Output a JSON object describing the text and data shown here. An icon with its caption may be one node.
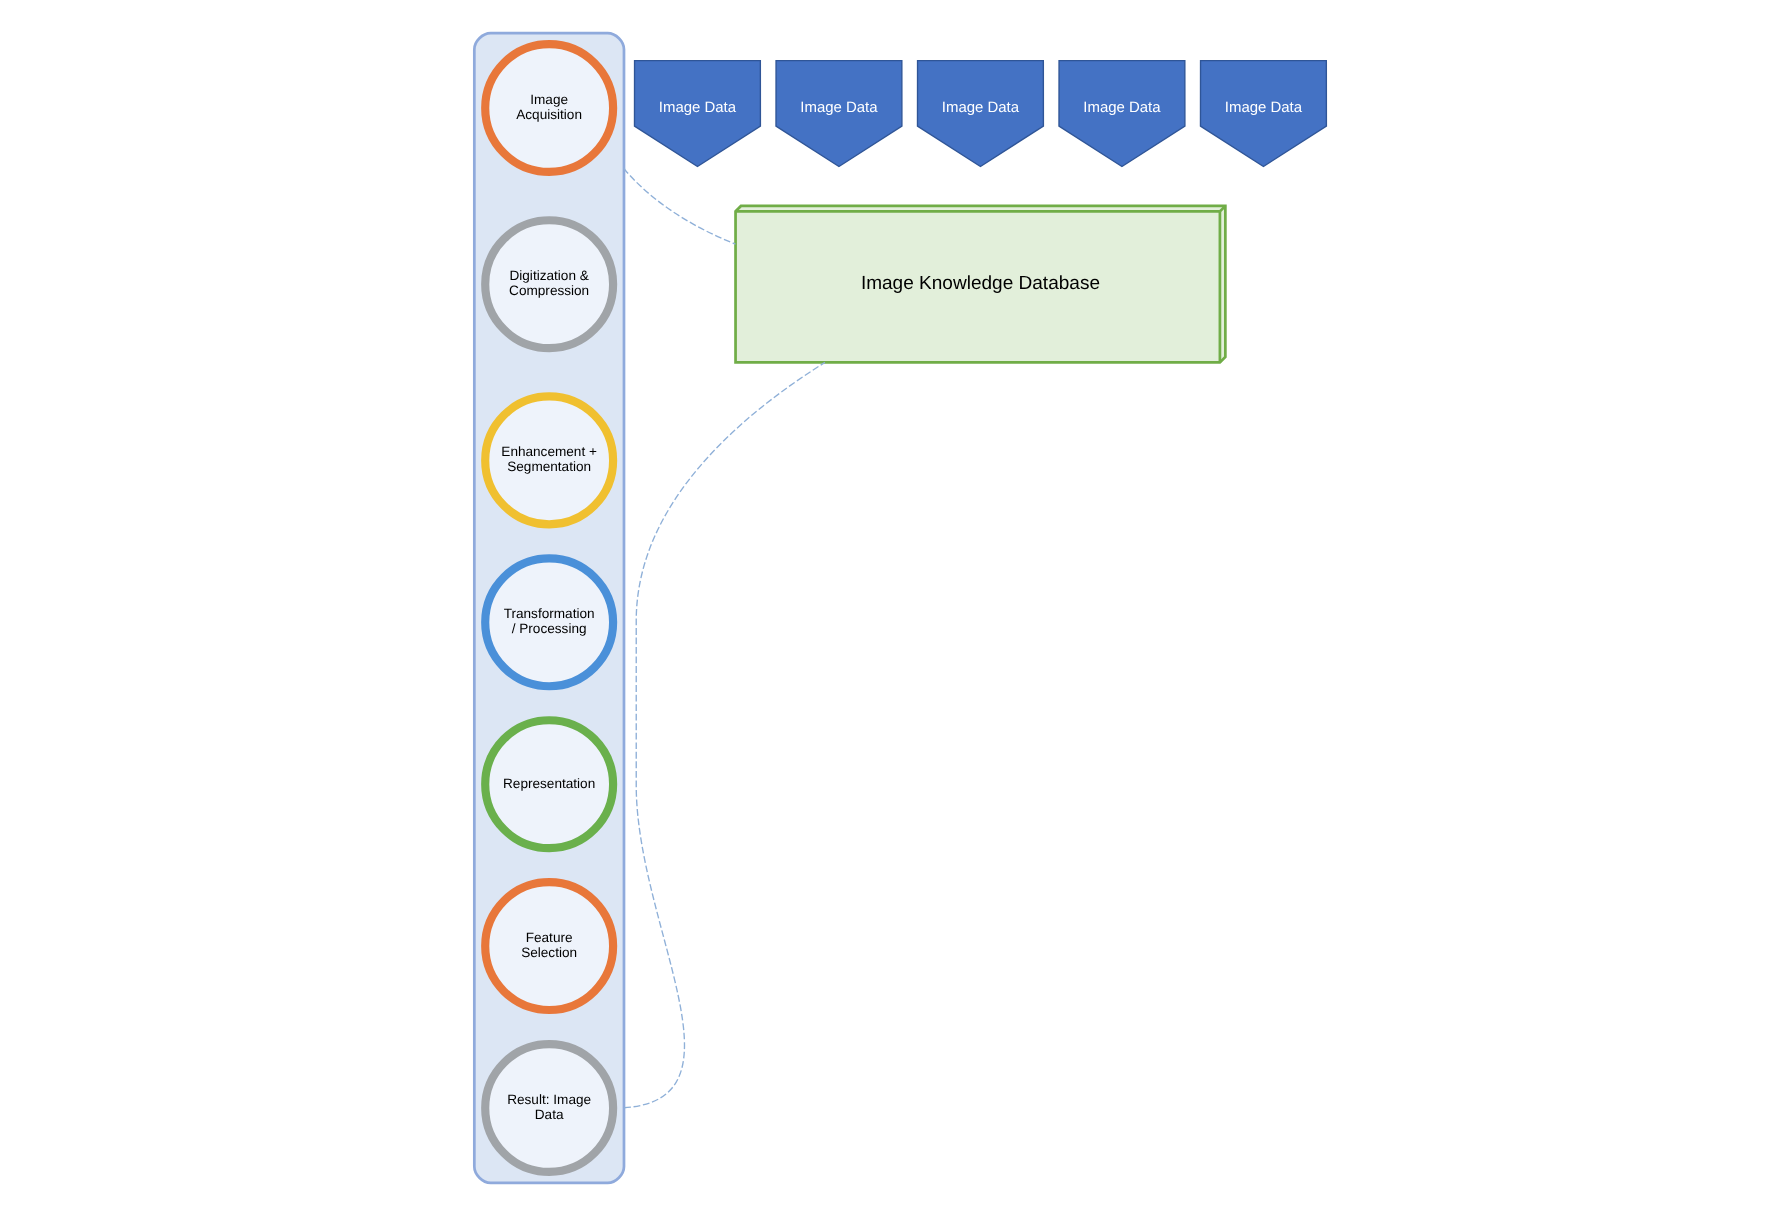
{
  "diagram": {
    "nodes": [
      {
        "text": [],
        "shape": "arrow"
      },
      {
        "text": [
          "Image Acquisition"
        ],
        "in": 0
      },
      {
        "text": [
          "Digitization & Compression"
        ],
        "in": 0
      },
      {
        "text": [
          "Enhancement + Segmentation"
        ],
        "in": 0
      },
      {
        "text": [
          "Transformation / Processing"
        ],
        "in": 0
      },
      {
        "text": [
          "Representation"
        ],
        "in": 0
      },
      {
        "text": [
          "Feature Selection"
        ],
        "in": 0
      },
      {
        "text": [
          "Result: Image Data"
        ],
        "in": 0
      },
      {
        "text": [
          "Image Data"
        ]
      },
      {
        "text": [
          "Image Data"
        ]
      },
      {
        "text": [
          "Image Data"
        ]
      },
      {
        "text": [
          "Image Data"
        ]
      },
      {
        "text": [
          "Image Data"
        ]
      },
      {
        "text": [
          "Image Knowledge Database"
        ]
      }
    ],
    "edges": [
      {
        "from": 0,
        "to": 13,
        "arrow": "none",
        "style": "dashed",
        "color": "#8fb0d8"
      },
      {
        "from": 0,
        "to": 13,
        "arrow": "none",
        "style": "dashed",
        "color": "#8fb0d8"
      }
    ]
  }
}
